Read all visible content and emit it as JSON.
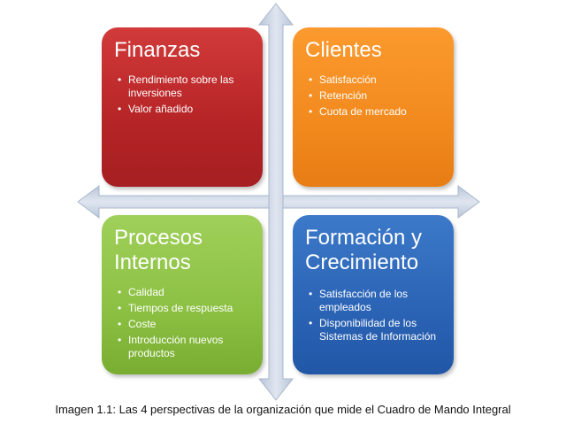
{
  "colors": {
    "arrow": "#c9d3e3",
    "finanzas": "#b52426",
    "clientes": "#f28a1e",
    "procesos": "#8cc043",
    "formacion": "#2b63b5",
    "text_light": "#ffffff"
  },
  "quadrants": {
    "finanzas": {
      "title": "Finanzas",
      "items": [
        "Rendimiento sobre las inversiones",
        "Valor añadido"
      ]
    },
    "clientes": {
      "title": "Clientes",
      "items": [
        "Satisfacción",
        "Retención",
        "Cuota de mercado"
      ]
    },
    "procesos": {
      "title": "Procesos\nInternos",
      "items": [
        "Calidad",
        "Tiempos de respuesta",
        "Coste",
        "Introducción nuevos productos"
      ]
    },
    "formacion": {
      "title": "Formación y\nCrecimiento",
      "items": [
        "Satisfacción de los empleados",
        "Disponibilidad de los Sistemas de Información"
      ]
    }
  },
  "caption": "Imagen 1.1: Las 4 perspectivas de la organización que mide el Cuadro de Mando Integral"
}
